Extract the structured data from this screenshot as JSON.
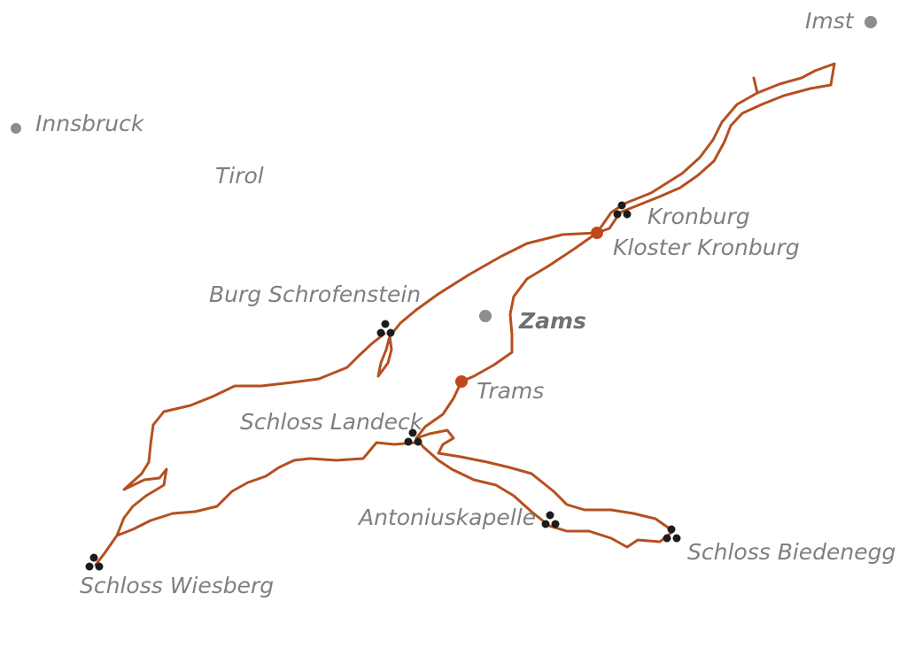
{
  "map": {
    "region_label": "Tirol",
    "colors": {
      "route": "#b5501f",
      "stop": "#c0481b",
      "city": "#8c8d91",
      "poi": "#1c1c1c",
      "label": "#7d7f84"
    },
    "cities": [
      {
        "name": "Imst"
      },
      {
        "name": "Innsbruck"
      },
      {
        "name": "Zams"
      }
    ],
    "stops": [
      {
        "name": "Kloster Kronburg"
      },
      {
        "name": "Trams"
      }
    ],
    "castles": [
      {
        "name": "Kronburg",
        "icon": "castle-ruin-icon"
      },
      {
        "name": "Burg Schrofenstein",
        "icon": "castle-ruin-icon"
      },
      {
        "name": "Schloss Landeck",
        "icon": "castle-ruin-icon"
      },
      {
        "name": "Antoniuskapelle",
        "icon": "castle-ruin-icon"
      },
      {
        "name": "Schloss Biedenegg",
        "icon": "castle-ruin-icon"
      },
      {
        "name": "Schloss Wiesberg",
        "icon": "castle-ruin-icon"
      }
    ]
  }
}
